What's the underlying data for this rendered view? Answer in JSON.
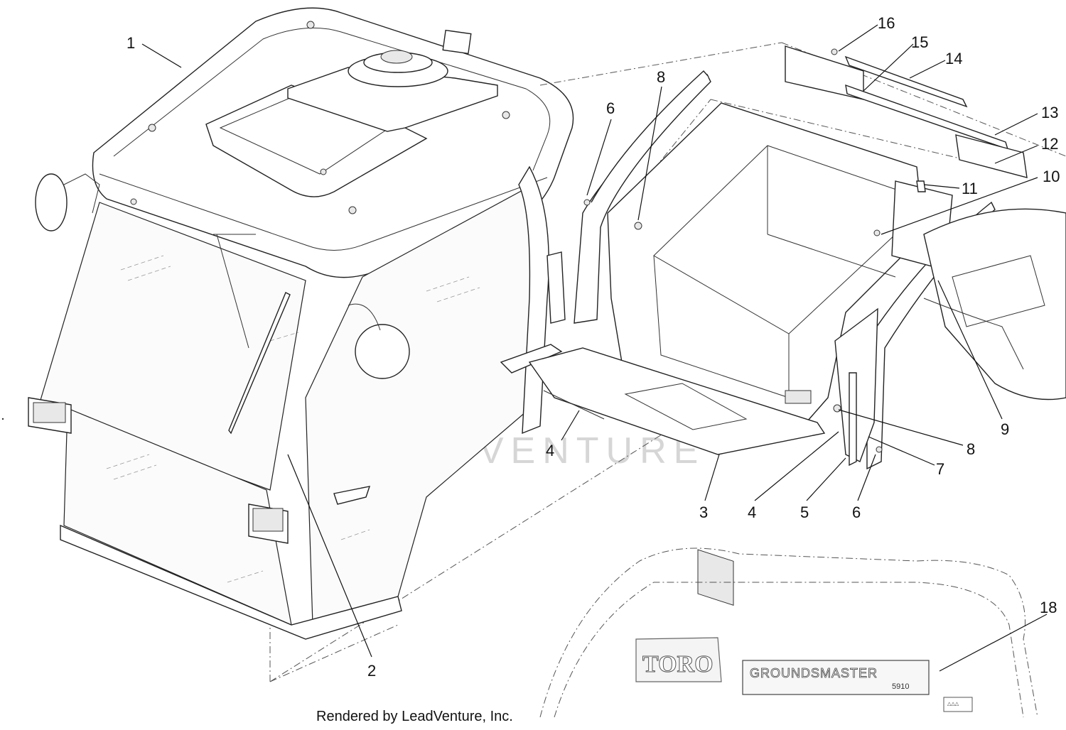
{
  "callouts": [
    {
      "id": "1",
      "label": "1"
    },
    {
      "id": "2",
      "label": "2"
    },
    {
      "id": "3",
      "label": "3"
    },
    {
      "id": "4a",
      "label": "4"
    },
    {
      "id": "4b",
      "label": "4"
    },
    {
      "id": "5",
      "label": "5"
    },
    {
      "id": "6a",
      "label": "6"
    },
    {
      "id": "6b",
      "label": "6"
    },
    {
      "id": "7",
      "label": "7"
    },
    {
      "id": "8a",
      "label": "8"
    },
    {
      "id": "8b",
      "label": "8"
    },
    {
      "id": "9",
      "label": "9"
    },
    {
      "id": "10",
      "label": "10"
    },
    {
      "id": "11",
      "label": "11"
    },
    {
      "id": "12",
      "label": "12"
    },
    {
      "id": "13",
      "label": "13"
    },
    {
      "id": "14",
      "label": "14"
    },
    {
      "id": "15",
      "label": "15"
    },
    {
      "id": "16",
      "label": "16"
    },
    {
      "id": "18",
      "label": "18"
    }
  ],
  "watermark": "LEADVENTURE",
  "credit": "Rendered by LeadVenture, Inc.",
  "decal": {
    "brand": "TORO",
    "model": "GROUNDSMASTER",
    "model_number": "5910"
  }
}
